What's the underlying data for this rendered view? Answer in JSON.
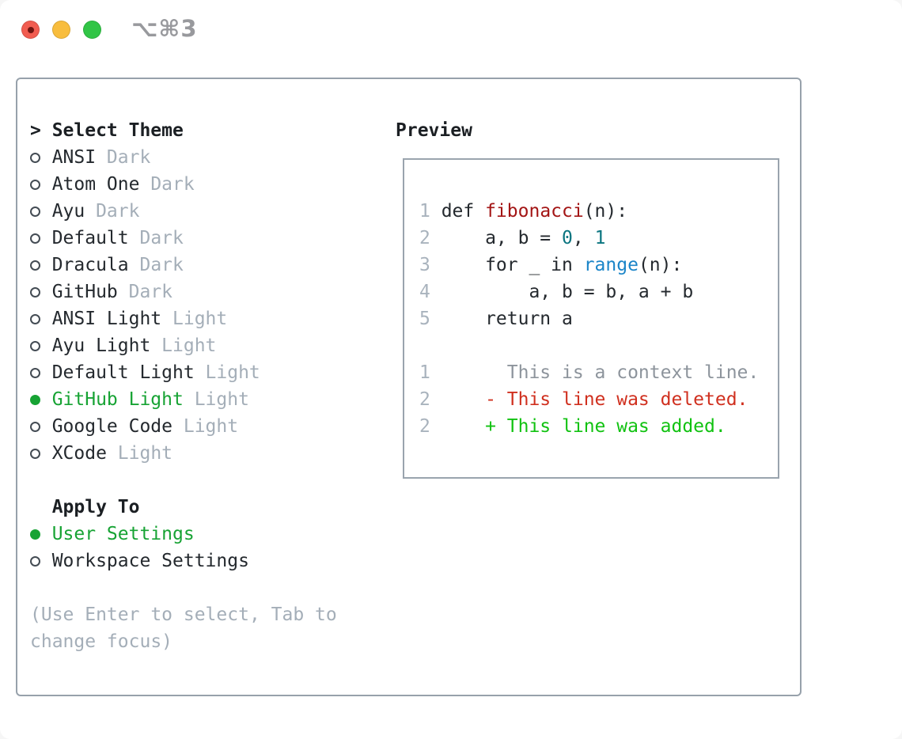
{
  "window": {
    "title": "⌥⌘3",
    "traffic_lights": [
      {
        "name": "close",
        "color": "#f15c50",
        "has_edited_dot": true
      },
      {
        "name": "minimize",
        "color": "#f8bd3d",
        "has_edited_dot": false
      },
      {
        "name": "zoom",
        "color": "#31c546",
        "has_edited_dot": false
      }
    ]
  },
  "theme_panel": {
    "select_header": {
      "prompt": ">",
      "label": "Select Theme"
    },
    "themes": [
      {
        "name": "ANSI",
        "variant": "Dark",
        "selected": false
      },
      {
        "name": "Atom One",
        "variant": "Dark",
        "selected": false
      },
      {
        "name": "Ayu",
        "variant": "Dark",
        "selected": false
      },
      {
        "name": "Default",
        "variant": "Dark",
        "selected": false
      },
      {
        "name": "Dracula",
        "variant": "Dark",
        "selected": false
      },
      {
        "name": "GitHub",
        "variant": "Dark",
        "selected": false
      },
      {
        "name": "ANSI Light",
        "variant": "Light",
        "selected": false
      },
      {
        "name": "Ayu Light",
        "variant": "Light",
        "selected": false
      },
      {
        "name": "Default Light",
        "variant": "Light",
        "selected": false
      },
      {
        "name": "GitHub Light",
        "variant": "Light",
        "selected": true
      },
      {
        "name": "Google Code",
        "variant": "Light",
        "selected": false
      },
      {
        "name": "XCode",
        "variant": "Light",
        "selected": false
      }
    ],
    "apply_to": {
      "label": "Apply To",
      "options": [
        {
          "name": "User Settings",
          "selected": true
        },
        {
          "name": "Workspace Settings",
          "selected": false
        }
      ]
    },
    "hint_lines": [
      "(Use Enter to select, Tab to",
      "change focus)"
    ]
  },
  "preview": {
    "header": "Preview",
    "lines": [
      {
        "num": "1",
        "segments": [
          {
            "t": "def ",
            "c": "plain"
          },
          {
            "t": "fibonacci",
            "c": "func"
          },
          {
            "t": "(n):",
            "c": "plain"
          }
        ]
      },
      {
        "num": "2",
        "segments": [
          {
            "t": "    a, b = ",
            "c": "plain"
          },
          {
            "t": "0",
            "c": "number"
          },
          {
            "t": ", ",
            "c": "plain"
          },
          {
            "t": "1",
            "c": "number"
          }
        ]
      },
      {
        "num": "3",
        "segments": [
          {
            "t": "    for _ in ",
            "c": "plain"
          },
          {
            "t": "range",
            "c": "builtin"
          },
          {
            "t": "(n):",
            "c": "plain"
          }
        ]
      },
      {
        "num": "4",
        "segments": [
          {
            "t": "        a, b = b, a + b",
            "c": "plain"
          }
        ]
      },
      {
        "num": "5",
        "segments": [
          {
            "t": "    return a",
            "c": "plain"
          }
        ]
      },
      {
        "num": "",
        "segments": []
      },
      {
        "num": "1",
        "segments": [
          {
            "t": "      This is a context line.",
            "c": "context"
          }
        ]
      },
      {
        "num": "2",
        "segments": [
          {
            "t": "    - This line was deleted.",
            "c": "deleted"
          }
        ]
      },
      {
        "num": "2",
        "segments": [
          {
            "t": "    + This line was added.",
            "c": "added"
          }
        ]
      }
    ]
  },
  "colors": {
    "main_text": "#24292e",
    "dim_text": "#a4aeb8",
    "accent_green": "#17a334",
    "diff_added": "#11c211",
    "diff_deleted": "#d0301f",
    "syntax_function": "#a31515",
    "syntax_number": "#0b7580",
    "syntax_builtin": "#1b85c8",
    "line_number": "#a9b3bd",
    "panel_border": "#97a1ab"
  }
}
